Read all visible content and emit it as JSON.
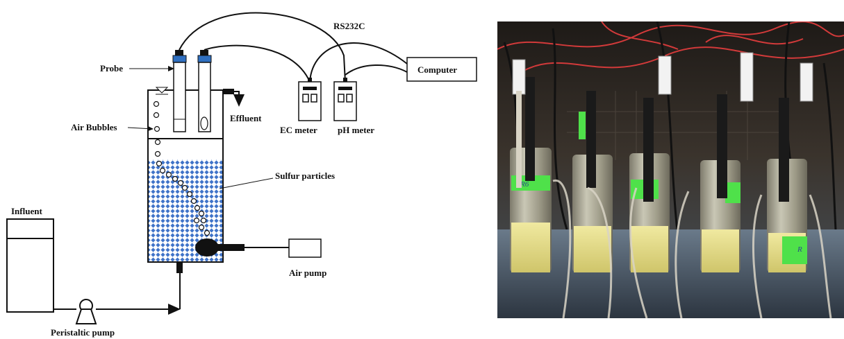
{
  "schematic": {
    "labels": {
      "rs232c": "RS232C",
      "computer": "Computer",
      "probe": "Probe",
      "effluent": "Effluent",
      "ec_meter": "EC  meter",
      "ph_meter": "pH  meter",
      "air_bubbles": "Air Bubbles",
      "sulfur_particles": "Sulfur particles",
      "influent": "Influent",
      "air_pump": "Air pump",
      "peristaltic_pump": "Peristaltic pump"
    }
  },
  "photo": {
    "tube_labels": [
      "R6",
      "",
      "",
      "",
      "R"
    ],
    "colors": {
      "background": "#2a2420",
      "sulfur": "#e3dc8a",
      "tape": "#4fe14a",
      "cable": "#d33a3a",
      "glass": "#b9b8a4"
    }
  },
  "colors": {
    "probe_cap": "#2f6fc0",
    "sulfur_grid": "#3f73c8",
    "line": "#111111"
  }
}
